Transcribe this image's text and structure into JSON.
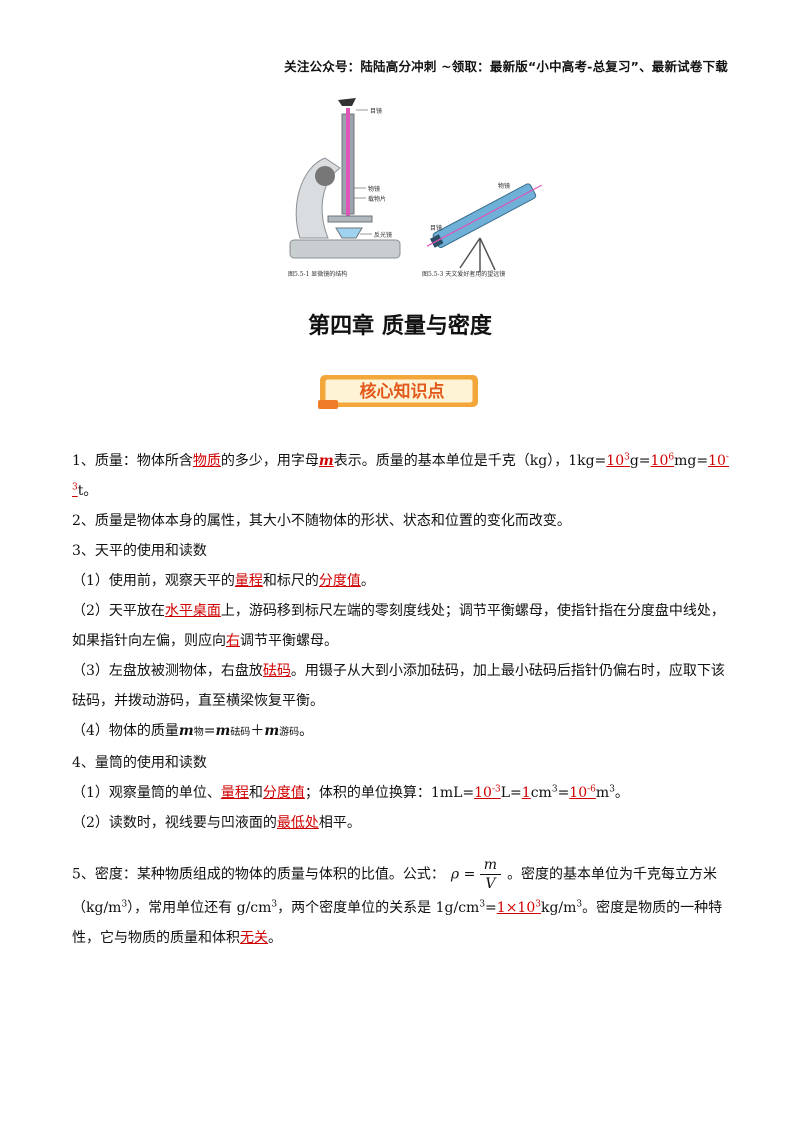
{
  "header": "关注公众号：陆陆高分冲刺 ~领取：最新版“小中高考-总复习”、最新试卷下载",
  "figure": {
    "label_eyepiece": "目镜",
    "label_objective": "物镜",
    "label_slide": "载物片",
    "label_mirror": "反光镜",
    "caption_left": "图5.5-1  显微镜的结构",
    "label_telescope_objective": "物镜",
    "label_telescope_eyepiece": "目镜",
    "caption_right": "图5.5-3  天文爱好者用的望远镜"
  },
  "title": "第四章 质量与密度",
  "banner": "核心知识点",
  "items": {
    "p1": {
      "a": "1、质量：物体所含",
      "u1": "物质",
      "b": "的多少，用字母",
      "m": "m",
      "c": "表示。质量的基本单位是千克（kg），1kg=",
      "u2": "10",
      "s2": "3",
      "d": "g=",
      "u3": "10",
      "s3": "6",
      "e": "mg=",
      "u4": "10",
      "s4": "-3",
      "f": "t。"
    },
    "p2": "2、质量是物体本身的属性，其大小不随物体的形状、状态和位置的变化而改变。",
    "p3": "3、天平的使用和读数",
    "p4": {
      "a": "（1）使用前，观察天平的",
      "u1": "量程",
      "b": "和标尺的",
      "u2": "分度值",
      "c": "。"
    },
    "p5": {
      "a": "（2）天平放在",
      "u1": "水平桌面",
      "b": "上，游码移到标尺左端的零刻度线处；调节平衡螺母，使指针指在分度盘中线处，如果指针向左偏，则应向",
      "u2": "右",
      "c": "调节平衡螺母。"
    },
    "p6": {
      "a": "（3）左盘放被测物体，右盘放",
      "u1": "砝码",
      "b": "。用镊子从大到小添加砝码，加上最小砝码后指针仍偏右时，应取下该砝码，并拨动游码，直至横梁恢复平衡。"
    },
    "p7": {
      "a": "（4）物体的质量",
      "m1": "m",
      "s1": "物",
      "eq": "=",
      "m2": "m",
      "s2": "砝码",
      "plus": "＋",
      "m3": "m",
      "s3": "游码",
      "end": "。"
    },
    "p8": "4、量筒的使用和读数",
    "p9": {
      "a": "（1）观察量筒的单位、",
      "u1": "量程",
      "b": "和",
      "u2": "分度值",
      "c": "；体积的单位换算：1mL=",
      "u3": "10",
      "s3": "-3",
      "d": "L=",
      "u4": "1",
      "e": "cm",
      "s4": "3",
      "f": "=",
      "u5": "10",
      "s5": "-6",
      "g": "m",
      "s6": "3",
      "h": "。"
    },
    "p10": {
      "a": "（2）读数时，视线要与凹液面的",
      "u1": "最低处",
      "b": "相平。"
    },
    "p11": {
      "a": "5、密度：某种物质组成的物体的质量与体积的比值。公式：",
      "rho": "ρ",
      "eq": "=",
      "num": "m",
      "den": "V",
      "b": "。密度的基本单位为千克每立方米（kg/m",
      "s1": "3",
      "c": "），常用单位还有 g/cm",
      "s2": "3",
      "d": "，两个密度单位的关系是 1g/cm",
      "s3": "3",
      "e": "=",
      "u1": "1×10",
      "s4": "3",
      "f": "kg/m",
      "s5": "3",
      "g": "。密度是物质的一种特性，它与物质的质量和体积",
      "u2": "无关",
      "h": "。"
    }
  }
}
